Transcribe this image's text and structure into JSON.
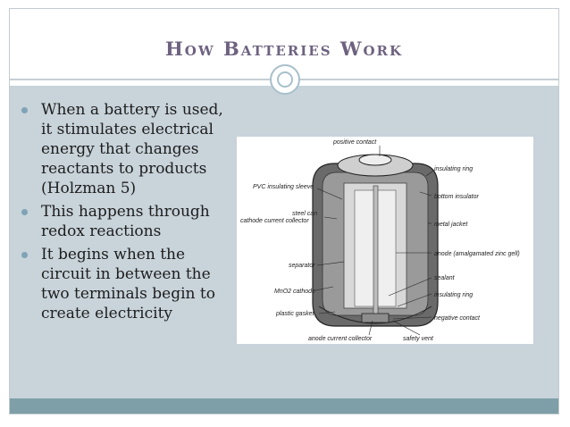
{
  "slide": {
    "title": "How Batteries Work",
    "bullets": [
      "When a battery is used, it stimulates electrical energy that changes reactants to products (Holzman 5)",
      "This happens through redox reactions",
      "It begins when the circuit in between the two terminals begin to create electricity"
    ]
  },
  "figure": {
    "labels": {
      "positive_contact": "positive contact",
      "insulating_ring_top": "insulating ring",
      "pvc_sleeve": "PVC insulating sleeve",
      "bottom_insulator": "bottom insulator",
      "steel_can": "steel can",
      "cathode_collector": "cathode current collector",
      "metal_jacket": "metal jacket",
      "anode": "anode (amalgamated zinc gell)",
      "separator": "separator",
      "sealant": "sealant",
      "cathode": "MnO2 cathode",
      "insulating_ring_bottom": "insulating ring",
      "plastic_gasket": "plastic gasket",
      "negative_contact": "negative contact",
      "anode_collector": "anode current collector",
      "safety_vent": "safety vent"
    }
  },
  "colors": {
    "title": "#6e6280",
    "body_bg": "#c8d3da",
    "footer": "#7e9fa7",
    "bullet": "#7fa3b5"
  }
}
